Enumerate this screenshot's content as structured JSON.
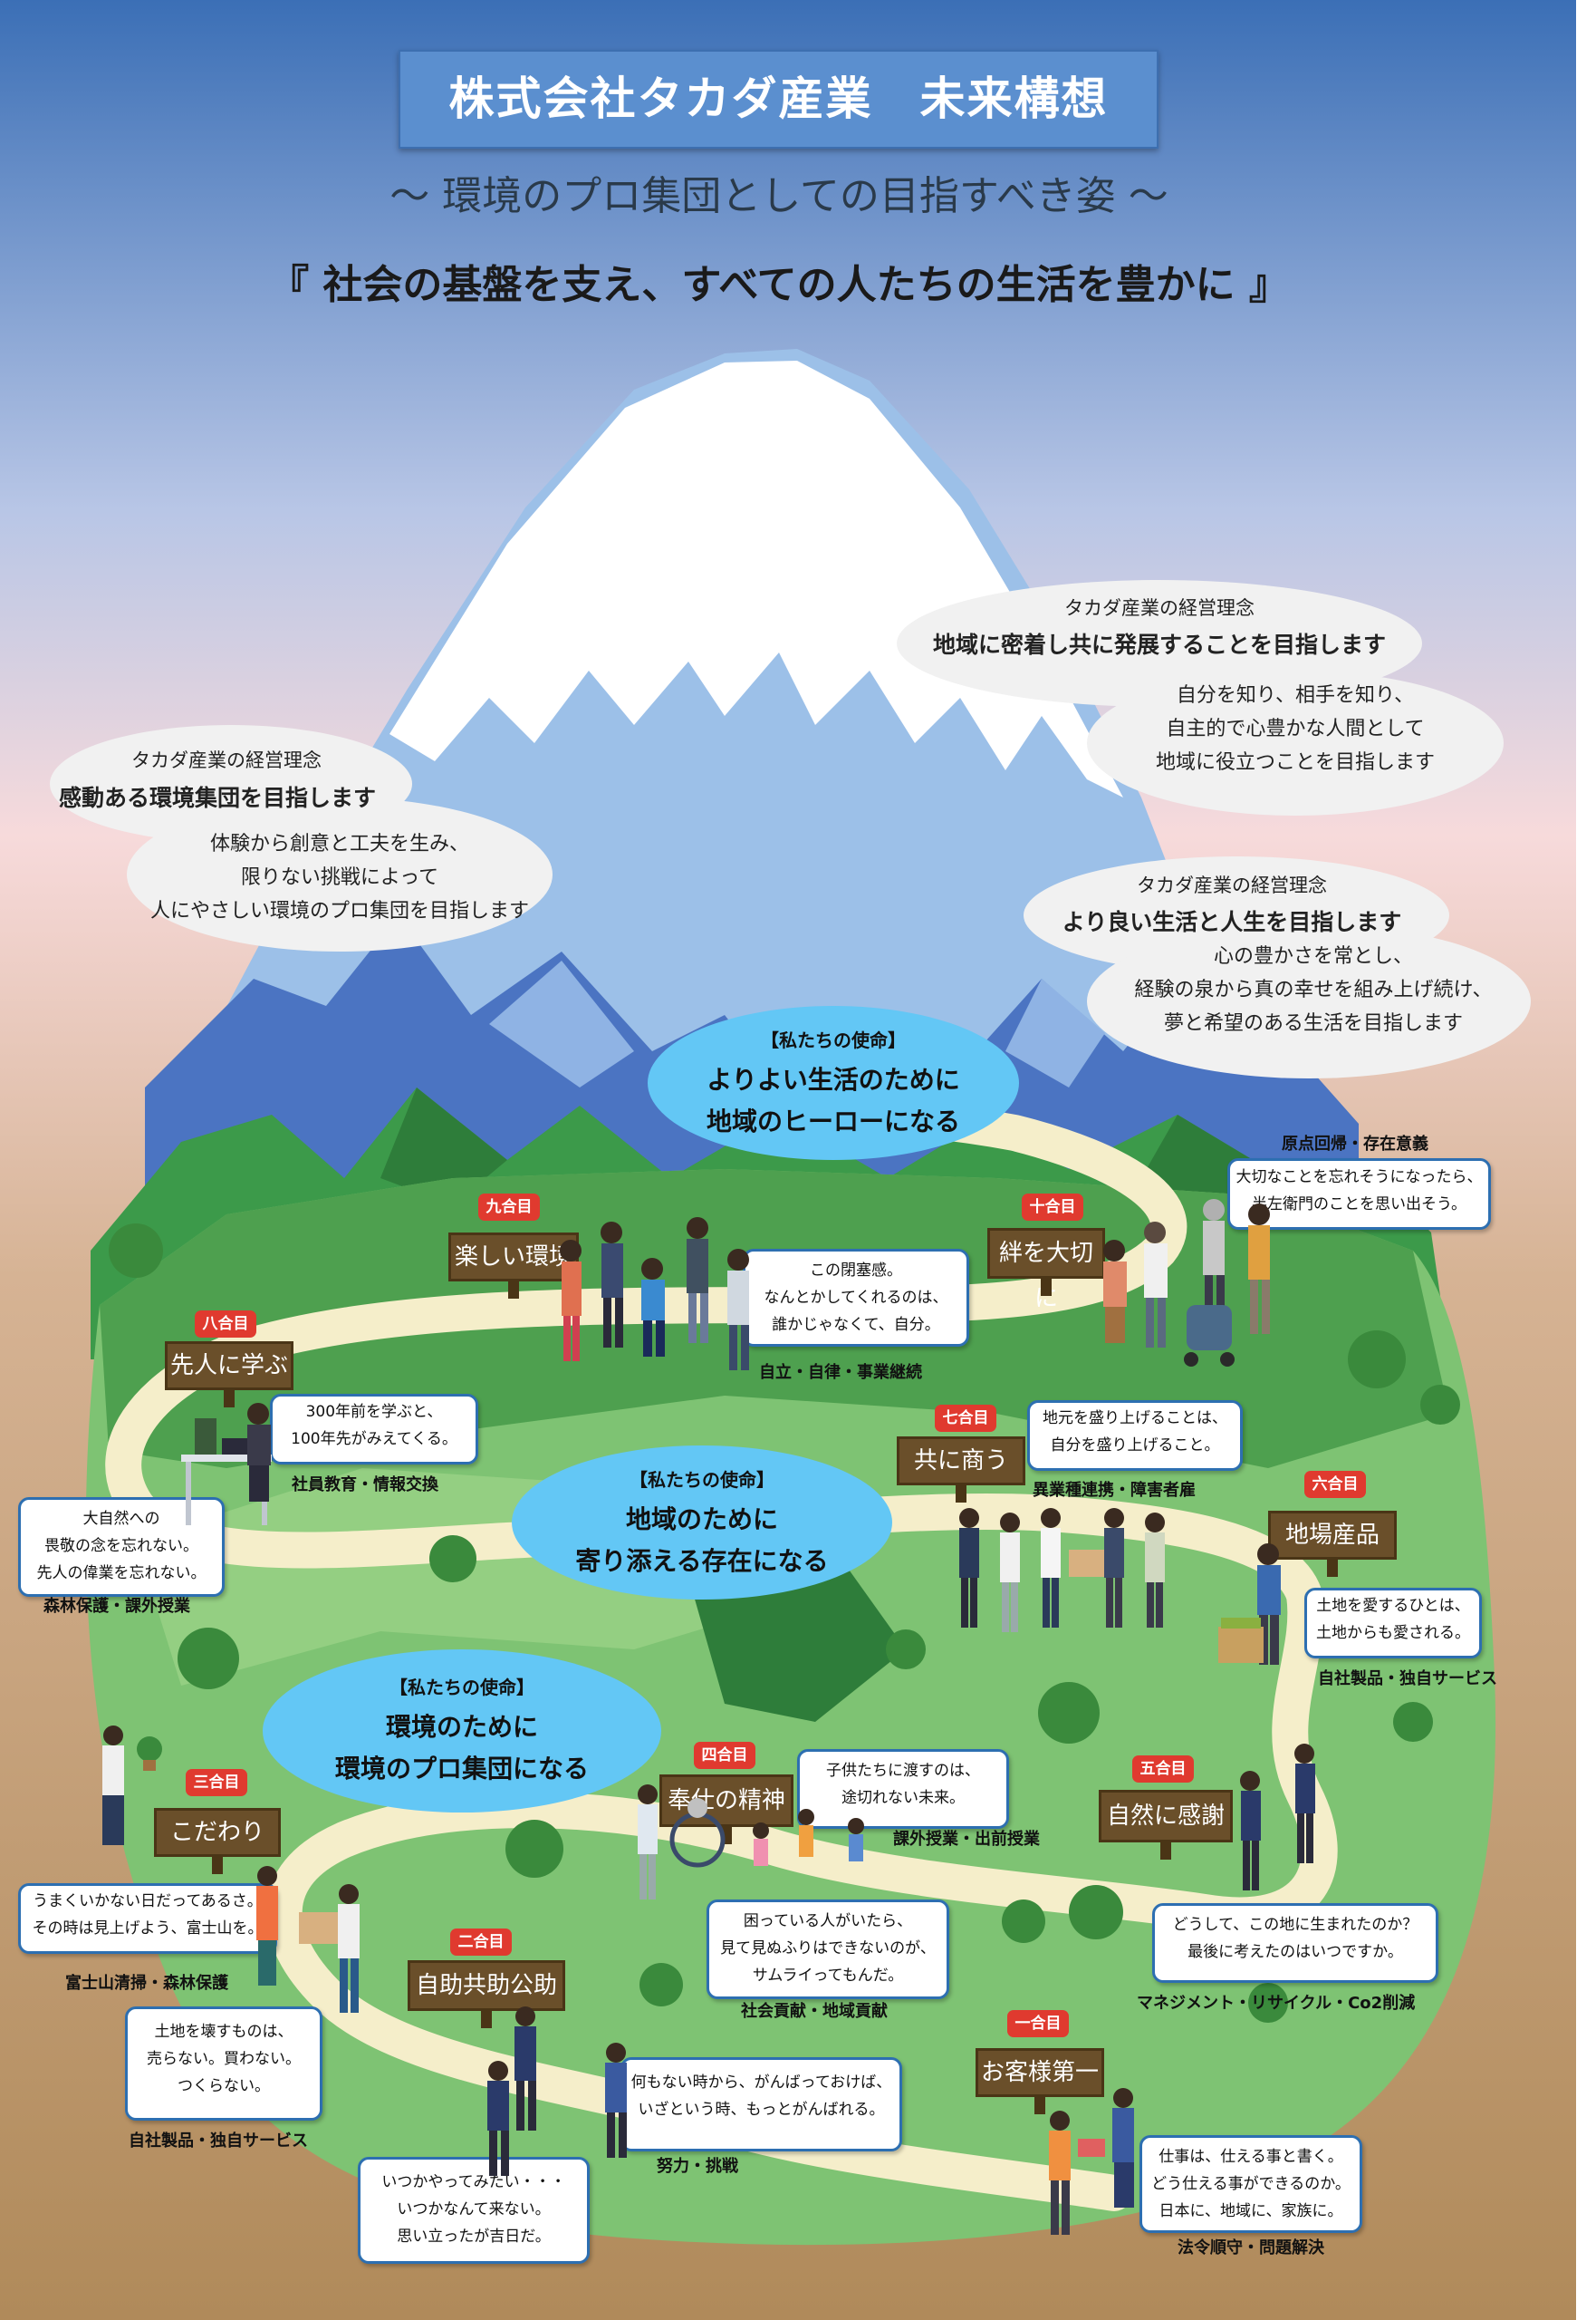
{
  "header": {
    "title": "株式会社タカダ産業　未来構想",
    "subtitle": "～ 環境のプロ集団としての目指すべき姿 ～",
    "motto": "『 社会の基盤を支え、すべての人たちの生活を豊かに 』"
  },
  "philosophy": [
    {
      "label": "タカダ産業の経営理念",
      "headline": "感動ある環境集団を目指します",
      "desc": [
        "体験から創意と工夫を生み、",
        "限りない挑戦によって",
        "人にやさしい環境のプロ集団を目指します"
      ]
    },
    {
      "label": "タカダ産業の経営理念",
      "headline": "地域に密着し共に発展することを目指します",
      "desc": [
        "自分を知り、相手を知り、",
        "自主的で心豊かな人間として",
        "地域に役立つことを目指します"
      ]
    },
    {
      "label": "タカダ産業の経営理念",
      "headline": "より良い生活と人生を目指します",
      "desc": [
        "心の豊かさを常とし、",
        "経験の泉から真の幸せを組み上げ続け、",
        "夢と希望のある生活を目指します"
      ]
    }
  ],
  "missions": [
    {
      "tag": "【私たちの使命】",
      "lines": [
        "よりよい生活のために",
        "地域のヒーローになる"
      ]
    },
    {
      "tag": "【私たちの使命】",
      "lines": [
        "地域のために",
        "寄り添える存在になる"
      ]
    },
    {
      "tag": "【私たちの使命】",
      "lines": [
        "環境のために",
        "環境のプロ集団になる"
      ]
    }
  ],
  "stations": [
    {
      "stage": "一合目",
      "sign": "お客様第一",
      "bubble": [
        "仕事は、仕える事と書く。",
        "どう仕える事ができるのか。",
        "日本に、地域に、家族に。"
      ],
      "caption": "法令順守・問題解決"
    },
    {
      "stage": "二合目",
      "sign": "自助共助公助",
      "bubble": [
        "何もない時から、がんばっておけば、",
        "いざという時、もっとがんばれる。"
      ],
      "caption": "努力・挑戦"
    },
    {
      "stage": "三合目",
      "sign": "こだわり",
      "bubble": [
        "うまくいかない日だってあるさ。",
        "その時は見上げよう、富士山を。"
      ],
      "caption": "富士山清掃・森林保護"
    },
    {
      "stage": "四合目",
      "sign": "奉仕の精神",
      "bubble": [
        "子供たちに渡すのは、",
        "途切れない未来。"
      ],
      "caption": "課外授業・出前授業"
    },
    {
      "stage": "五合目",
      "sign": "自然に感謝",
      "bubble": [
        "どうして、この地に生まれたのか？",
        "最後に考えたのはいつですか。"
      ],
      "caption": "マネジメント・リサイクル・Co2削減"
    },
    {
      "stage": "六合目",
      "sign": "地場産品",
      "bubble": [
        "土地を愛するひとは、",
        "土地からも愛される。"
      ],
      "caption": "自社製品・独自サービス"
    },
    {
      "stage": "七合目",
      "sign": "共に商う",
      "bubble": [
        "地元を盛り上げることは、",
        "自分を盛り上げること。"
      ],
      "caption": "異業種連携・障害者雇"
    },
    {
      "stage": "八合目",
      "sign": "先人に学ぶ",
      "bubble": [
        "300年前を学ぶと、",
        "100年先がみえてくる。"
      ],
      "caption": "社員教育・情報交換"
    },
    {
      "stage": "九合目",
      "sign": "楽しい環境",
      "bubble": [
        "この閉塞感。",
        "なんとかしてくれるのは、",
        "誰かじゃなくて、自分。"
      ],
      "caption": "自立・自律・事業継続"
    },
    {
      "stage": "十合目",
      "sign": "絆を大切に",
      "bubble": [
        "大切なことを忘れそうになったら、",
        "半左衛門のことを思い出そう。"
      ],
      "caption": "原点回帰・存在意義"
    }
  ],
  "extra_bubbles": [
    {
      "lines": [
        "大自然への",
        "畏敬の念を忘れない。",
        "先人の偉業を忘れない。"
      ],
      "caption": "森林保護・課外授業"
    },
    {
      "lines": [
        "土地を壊すものは、",
        "売らない。買わない。",
        "つくらない。"
      ],
      "caption": "自社製品・独自サービス"
    },
    {
      "lines": [
        "困っている人がいたら、",
        "見て見ぬふりはできないのが、",
        "サムライってもんだ。"
      ],
      "caption": "社会貢献・地域貢献"
    },
    {
      "lines": [
        "いつかやってみたい・・・",
        "いつかなんて来ない。",
        "思い立ったが吉日だ。"
      ],
      "caption": ""
    }
  ]
}
